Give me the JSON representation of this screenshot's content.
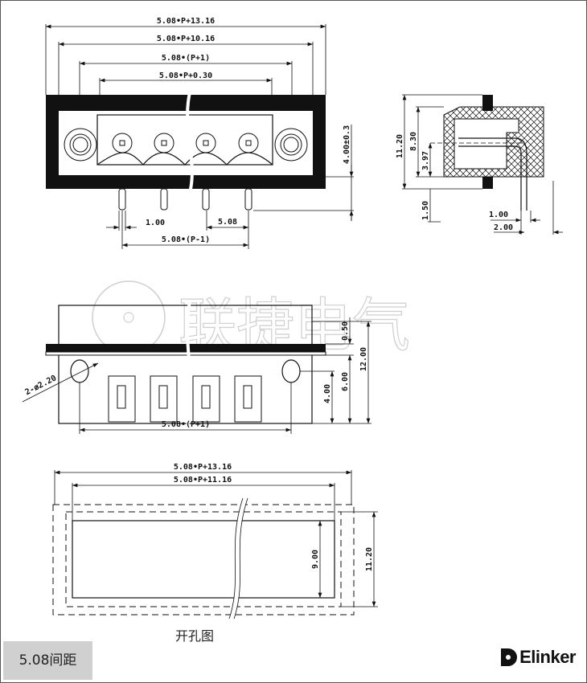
{
  "watermark": "联捷电气",
  "top_view": {
    "dim_overall": "5.08•P+13.16",
    "dim_flange": "5.08•P+10.16",
    "dim_holes": "5.08•(P+1)",
    "dim_body": "5.08•P+0.30",
    "dim_pin_width": "1.00",
    "dim_pitch": "5.08",
    "dim_pins_span": "5.08•(P-1)",
    "dim_pin_length": "4.00±0.3"
  },
  "side_view": {
    "dim_height": "11.20",
    "dim_body_height": "8.30",
    "dim_pin_height": "3.97",
    "dim_offset": "1.50",
    "dim_pin_dia": "1.00",
    "dim_pin_offset": "2.00"
  },
  "front_view": {
    "dim_holes": "2-ø2.20",
    "dim_flange": "0.50",
    "dim_total": "12.00",
    "dim_lower": "6.00",
    "dim_hole_height": "4.00",
    "dim_hole_span": "5.08•(P+1)"
  },
  "cutout_view": {
    "dim_outer": "5.08•P+13.16",
    "dim_inner": "5.08•P+11.16",
    "dim_inner_height": "9.00",
    "dim_outer_height": "11.20",
    "caption": "开孔图"
  },
  "pitch_label": "5.08间距",
  "brand": "Elinker"
}
